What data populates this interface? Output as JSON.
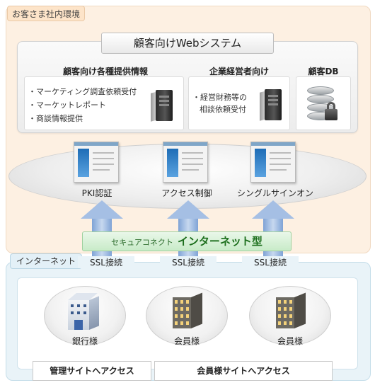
{
  "customer_env": {
    "label": "お客さま社内環境"
  },
  "web_system": {
    "title": "顧客向けWebシステム"
  },
  "sections": {
    "info": {
      "title": "顧客向け各種提供情報",
      "bullets": [
        "・マーケティング調査依頼受付",
        "・マーケットレポート",
        "・商談情報提供"
      ]
    },
    "exec": {
      "title": "企業経営者向け",
      "bullets": [
        "・経営財務等の",
        "相談依頼受付"
      ]
    },
    "db": {
      "title": "顧客DB"
    }
  },
  "platform": {
    "labels": [
      "PKI認証",
      "アクセス制御",
      "シングルサインオン"
    ]
  },
  "secure_connect": {
    "small": "セキュアコネクト",
    "big": "インターネット型"
  },
  "internet": {
    "label": "インターネット"
  },
  "ssl_labels": [
    "SSL接続",
    "SSL接続",
    "SSL接続"
  ],
  "nodes": [
    "銀行様",
    "会員様",
    "会員様"
  ],
  "bottom_tabs": [
    "管理サイトへアクセス",
    "会員様サイトへアクセス"
  ],
  "icons": {
    "server": "server-icon",
    "database": "database-lock-icon",
    "document": "document-window-icon",
    "bank_building": "bank-building-icon",
    "office_building": "office-building-icon"
  },
  "colors": {
    "customer_zone": "#fdf0e2",
    "internet_zone": "#e9f3f8",
    "secure_band": "#c8ebc8",
    "arrow": "#a5bfe4"
  }
}
